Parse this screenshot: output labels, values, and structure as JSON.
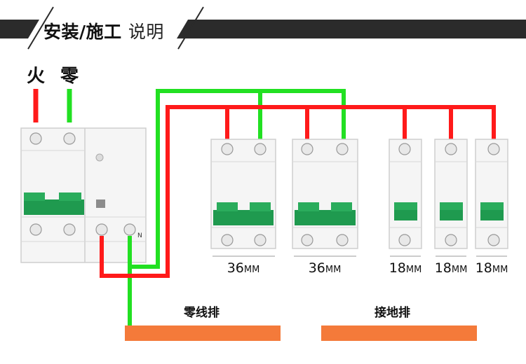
{
  "header": {
    "title_main": "安装/施工",
    "title_sub": "说明"
  },
  "supply": {
    "live_label": "火",
    "neutral_label": "零"
  },
  "rcd": {
    "neutral_terminal_label": "N"
  },
  "breakers": [
    {
      "width_main": "36",
      "width_unit": "MM"
    },
    {
      "width_main": "36",
      "width_unit": "MM"
    },
    {
      "width_main": "18",
      "width_unit": "MM"
    },
    {
      "width_main": "18",
      "width_unit": "MM"
    },
    {
      "width_main": "18",
      "width_unit": "MM"
    }
  ],
  "busbars": {
    "neutral_bar_label": "零线排",
    "ground_bar_label": "接地排"
  },
  "colors": {
    "live_wire": "#ff1a1a",
    "neutral_wire": "#22e022",
    "header_band": "#2b2b2b",
    "breaker_toggle": "#1f9a4f",
    "busbar": "#f47a3a"
  }
}
